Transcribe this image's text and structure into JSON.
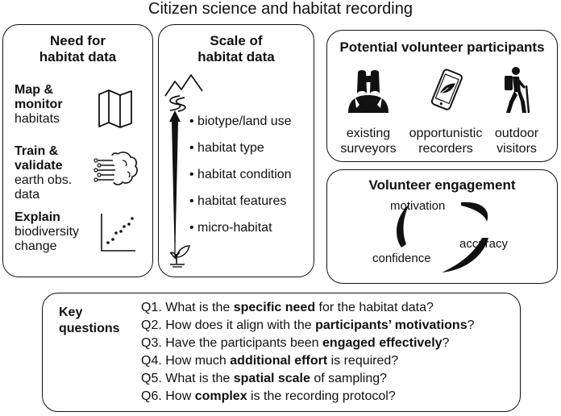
{
  "title": "Citizen science and habitat recording",
  "need_panel": {
    "heading_line1": "Need for",
    "heading_line2": "habitat data",
    "items": [
      {
        "bold1": "Map &",
        "bold2": "monitor",
        "rest1": "habitats",
        "rest2": "",
        "icon": "folded-map-icon"
      },
      {
        "bold1": "Train &",
        "bold2": "validate",
        "rest1": "earth obs.",
        "rest2": "data",
        "icon": "brain-network-icon"
      },
      {
        "bold1": "Explain",
        "bold2": "",
        "rest1": "biodiversity",
        "rest2": "change",
        "icon": "scatter-plot-icon"
      }
    ]
  },
  "scale_panel": {
    "heading_line1": "Scale of",
    "heading_line2": "habitat data",
    "items": [
      "biotype/land use",
      "habitat type",
      "habitat condition",
      "habitat features",
      "micro-habitat"
    ],
    "top_icon": "mountain-landscape-icon",
    "bottom_icon": "sprout-icon"
  },
  "volunteer_panel": {
    "heading": "Potential volunteer participants",
    "participants": [
      {
        "line1": "existing",
        "line2": "surveyors",
        "icon": "binoculars-person-icon"
      },
      {
        "line1": "opportunistic",
        "line2": "recorders",
        "icon": "smartphone-leaf-icon"
      },
      {
        "line1": "outdoor",
        "line2": "visitors",
        "icon": "hiker-icon"
      }
    ]
  },
  "engagement_panel": {
    "heading": "Volunteer engagement",
    "cycle": [
      "motivation",
      "accuracy",
      "confidence"
    ]
  },
  "questions_panel": {
    "label_line1": "Key",
    "label_line2": "questions",
    "questions": [
      {
        "pre": "Q1. What is the ",
        "bold": "specific need",
        "post": " for the habitat data?"
      },
      {
        "pre": "Q2. How does it align with the ",
        "bold": "participants’ motivations",
        "post": "?"
      },
      {
        "pre": "Q3. Have the participants been ",
        "bold": "engaged effectively",
        "post": "?"
      },
      {
        "pre": "Q4. How much ",
        "bold": "additional effort",
        "post": " is required?"
      },
      {
        "pre": "Q5. What is the ",
        "bold": "spatial scale",
        "post": " of sampling?"
      },
      {
        "pre": "Q6. How ",
        "bold": "complex",
        "post": " is the recording protocol?"
      }
    ]
  }
}
